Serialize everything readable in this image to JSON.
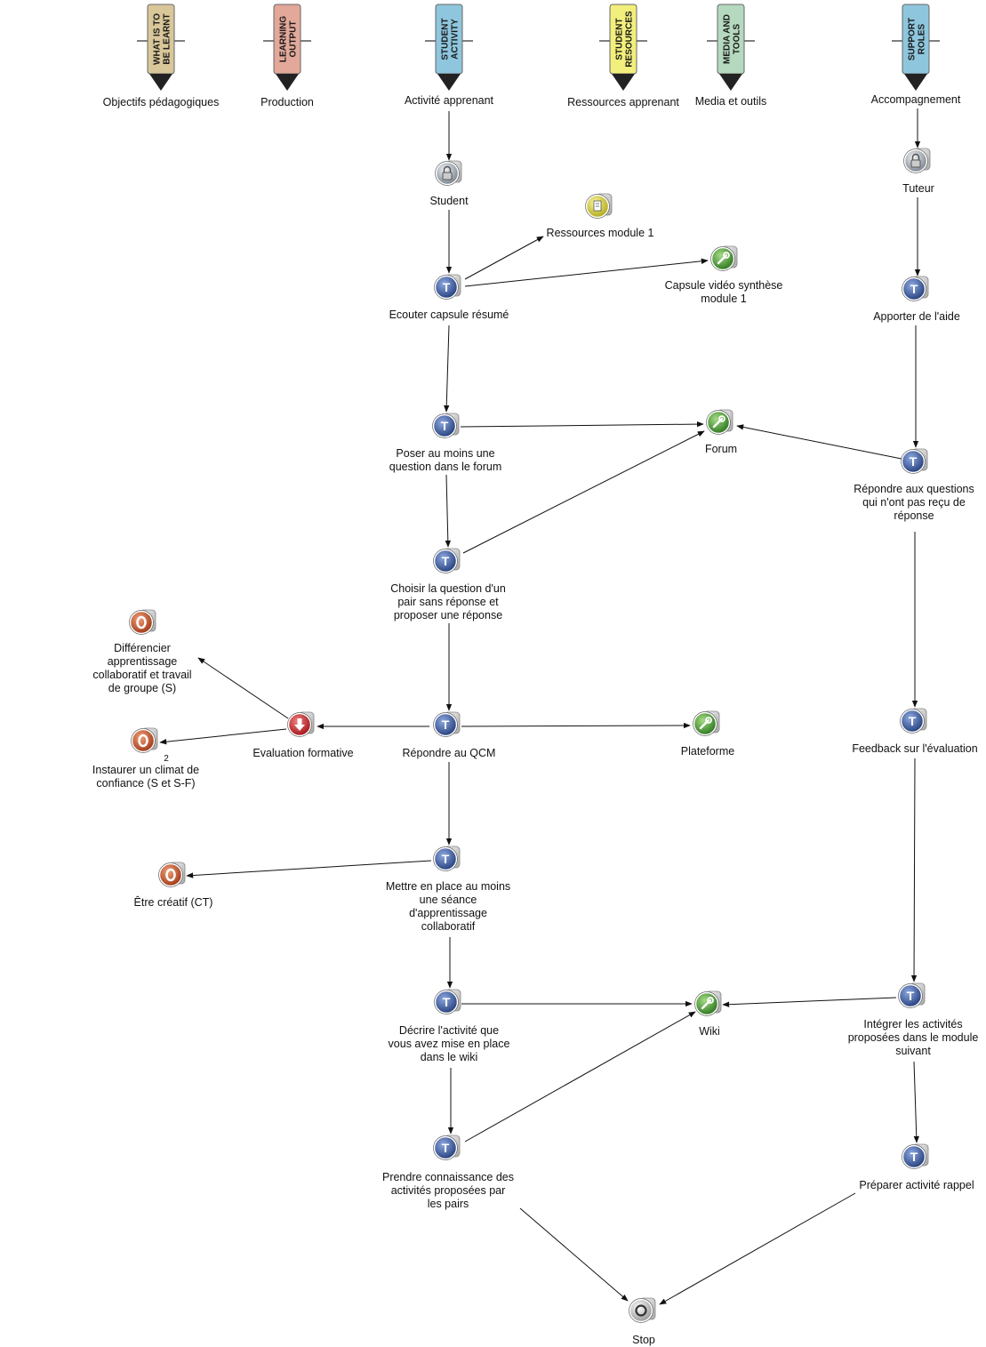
{
  "columns": [
    {
      "id": "learnt",
      "pencil_lines": [
        "WHAT IS TO",
        "BE LEARNT"
      ],
      "title": "Objectifs pédagogiques",
      "color": "#d9c79a"
    },
    {
      "id": "output",
      "pencil_lines": [
        "LEARNING",
        "OUTPUT"
      ],
      "title": "Production",
      "color": "#e2a89a"
    },
    {
      "id": "activity",
      "pencil_lines": [
        "STUDENT",
        "ACTIVITY"
      ],
      "title": "Activité apprenant",
      "color": "#8ec6dd"
    },
    {
      "id": "resources",
      "pencil_lines": [
        "STUDENT",
        "RESOURCES"
      ],
      "title": "Ressources apprenant",
      "color": "#f2ef7c"
    },
    {
      "id": "media",
      "pencil_lines": [
        "MEDIA AND",
        "TOOLS"
      ],
      "title": "Media et outils",
      "color": "#b5d9bf"
    },
    {
      "id": "support",
      "pencil_lines": [
        "SUPPORT",
        "ROLES"
      ],
      "title": "Accompagnement",
      "color": "#8ec6dd"
    }
  ],
  "nodes": [
    {
      "id": "student",
      "type": "role",
      "lines": [
        "Student"
      ]
    },
    {
      "id": "tuteur",
      "type": "role",
      "lines": [
        "Tuteur"
      ]
    },
    {
      "id": "res1",
      "type": "resource",
      "lines": [
        "Ressources module 1"
      ]
    },
    {
      "id": "capsule",
      "type": "tool",
      "lines": [
        "Capsule vidéo synthèse",
        "module 1"
      ]
    },
    {
      "id": "ecouter",
      "type": "task",
      "lines": [
        "Ecouter capsule résumé"
      ]
    },
    {
      "id": "aide",
      "type": "task",
      "lines": [
        "Apporter de l'aide"
      ]
    },
    {
      "id": "poser",
      "type": "task",
      "lines": [
        "Poser au moins une",
        "question dans le forum"
      ]
    },
    {
      "id": "forum",
      "type": "tool",
      "lines": [
        "Forum"
      ]
    },
    {
      "id": "repondreq",
      "type": "task",
      "lines": [
        "Répondre aux questions",
        "qui n'ont pas reçu de",
        "réponse"
      ]
    },
    {
      "id": "choisir",
      "type": "task",
      "lines": [
        "Choisir la question d'un",
        "pair sans réponse et",
        "proposer une réponse"
      ]
    },
    {
      "id": "obj1",
      "type": "objective",
      "lines": [
        "Différencier",
        "apprentissage",
        "collaboratif et travail",
        "de groupe (S)"
      ]
    },
    {
      "id": "evalf",
      "type": "output",
      "lines": [
        "Evaluation formative"
      ]
    },
    {
      "id": "qcm",
      "type": "task",
      "lines": [
        "Répondre au QCM"
      ]
    },
    {
      "id": "plateforme",
      "type": "tool",
      "lines": [
        "Plateforme"
      ]
    },
    {
      "id": "feedback",
      "type": "task",
      "lines": [
        "Feedback sur l'évaluation"
      ]
    },
    {
      "id": "obj2",
      "type": "objective",
      "lines": [
        "Instaurer un climat de",
        "confiance (S et S-F)"
      ],
      "badge": "2"
    },
    {
      "id": "mettre",
      "type": "task",
      "lines": [
        "Mettre en place au moins",
        "une séance",
        "d'apprentissage",
        "collaboratif"
      ]
    },
    {
      "id": "obj3",
      "type": "objective",
      "lines": [
        "Être créatif (CT)"
      ]
    },
    {
      "id": "decrire",
      "type": "task",
      "lines": [
        "Décrire l'activité que",
        "vous avez mise en place",
        "dans le wiki"
      ]
    },
    {
      "id": "wiki",
      "type": "tool",
      "lines": [
        "Wiki"
      ]
    },
    {
      "id": "integrer",
      "type": "task",
      "lines": [
        "Intégrer les activités",
        "proposées dans le module",
        "suivant"
      ]
    },
    {
      "id": "prendre",
      "type": "task",
      "lines": [
        "Prendre connaissance des",
        "activités proposées par",
        "les pairs"
      ]
    },
    {
      "id": "rappel",
      "type": "task",
      "lines": [
        "Préparer activité rappel"
      ]
    },
    {
      "id": "stop",
      "type": "stop",
      "lines": [
        "Stop"
      ]
    }
  ],
  "colors": {
    "task": "#3a5a9e",
    "tool": "#4f9a3c",
    "resource": "#d8d23a",
    "objective": "#c4522c",
    "output": "#c9262a",
    "role": "#9aa3ad",
    "stop": "#d0d0d0",
    "edge": "#111111"
  },
  "icons": {
    "task": "T-letter-icon",
    "tool": "wrench-icon",
    "resource": "document-icon",
    "objective": "O-letter-icon",
    "output": "down-arrow-icon",
    "role": "lock-icon",
    "stop": "stop-icon"
  }
}
